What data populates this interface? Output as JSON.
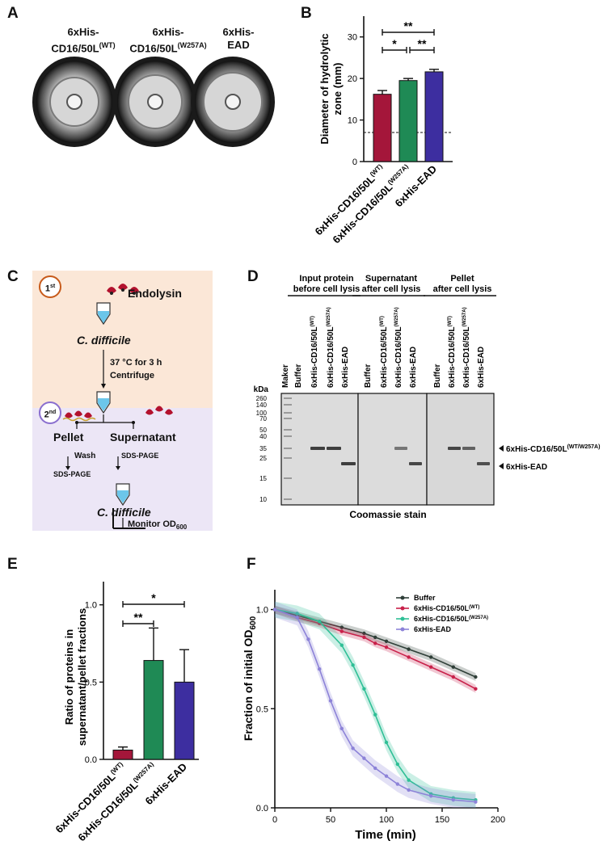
{
  "panels": {
    "A": "A",
    "B": "B",
    "C": "C",
    "D": "D",
    "E": "E",
    "F": "F"
  },
  "panelA": {
    "plates": [
      {
        "line1": "6xHis-",
        "line2": "CD16/50L",
        "sup": "(WT)"
      },
      {
        "line1": "6xHis-",
        "line2": "CD16/50L",
        "sup": "(W257A)"
      },
      {
        "line1": "6xHis-",
        "line2": "EAD",
        "sup": ""
      }
    ]
  },
  "panelB": {
    "ylabel_line1": "Diameter of hydrolytic",
    "ylabel_line2": "zone (mm)",
    "chart_data": {
      "type": "bar",
      "categories": [
        "6xHis-CD16/50L(WT)",
        "6xHis-CD16/50L(W257A)",
        "6xHis-EAD"
      ],
      "values": [
        16.2,
        19.5,
        21.6
      ],
      "errors": [
        0.9,
        0.5,
        0.6
      ],
      "ylim": [
        0,
        35
      ],
      "yticks": [
        0,
        10,
        20,
        30
      ],
      "dashed_line": 7,
      "colors": [
        "#a4163a",
        "#1f8a55",
        "#3d2ea0"
      ],
      "significance": [
        "**",
        "*",
        "**"
      ]
    },
    "xlabels": [
      {
        "main": "6xHis-CD16/50L",
        "sup": "(WT)"
      },
      {
        "main": "6xHis-CD16/50L",
        "sup": "(W257A)"
      },
      {
        "main": "6xHis-EAD",
        "sup": ""
      }
    ]
  },
  "panelC": {
    "step1": "1",
    "step1_sup": "st",
    "step2": "2",
    "step2_sup": "nd",
    "endolysin": "Endolysin",
    "cdiff": "C. difficile",
    "condition": "37 °C for 3 h",
    "centrifuge": "Centrifuge",
    "pellet": "Pellet",
    "supernatant": "Supernatant",
    "wash": "Wash",
    "sds1": "SDS-PAGE",
    "sds2": "SDS-PAGE",
    "cdiff2": "C. difficile",
    "monitor": "Monitor OD",
    "monitor_sub": "600"
  },
  "panelD": {
    "groups": [
      {
        "line1": "Input protein",
        "line2": "before cell lysis"
      },
      {
        "line1": "Supernatant",
        "line2": "after cell lysis"
      },
      {
        "line1": "Pellet",
        "line2": "after cell lysis"
      }
    ],
    "marker_label": "Maker",
    "lanes": [
      {
        "main": "Buffer",
        "sup": ""
      },
      {
        "main": "6xHis-CD16/50L",
        "sup": "(WT)"
      },
      {
        "main": "6xHis-CD16/50L",
        "sup": "(W257A)"
      },
      {
        "main": "6xHis-EAD",
        "sup": ""
      }
    ],
    "kda_title": "kDa",
    "kda": [
      "260",
      "140",
      "100",
      "70",
      "50",
      "40",
      "35",
      "25",
      "15",
      "10"
    ],
    "band1_main": "6xHis-CD16/50L",
    "band1_sup": "(WT/W257A)",
    "band2": "6xHis-EAD",
    "stain": "Coomassie stain"
  },
  "panelE": {
    "ylabel_line1": "Ratio of proteins in",
    "ylabel_line2": "supernatant/pellet fractions",
    "chart_data": {
      "type": "bar",
      "categories": [
        "6xHis-CD16/50L(WT)",
        "6xHis-CD16/50L(W257A)",
        "6xHis-EAD"
      ],
      "values": [
        0.06,
        0.64,
        0.5
      ],
      "errors": [
        0.02,
        0.21,
        0.21
      ],
      "ylim": [
        0,
        1.15
      ],
      "yticks": [
        "0.0",
        "0.5",
        "1.0"
      ],
      "colors": [
        "#a4163a",
        "#1f8a55",
        "#3d2ea0"
      ],
      "significance": [
        "*",
        "**"
      ]
    },
    "xlabels": [
      {
        "main": "6xHis-CD16/50L",
        "sup": "(WT)"
      },
      {
        "main": "6xHis-CD16/50L",
        "sup": "(W257A)"
      },
      {
        "main": "6xHis-EAD",
        "sup": ""
      }
    ]
  },
  "panelF": {
    "ylabel_main": "Fraction of initial OD",
    "ylabel_sub": "600",
    "xlabel": "Time (min)",
    "chart_data": {
      "type": "line",
      "xlim": [
        0,
        200
      ],
      "ylim": [
        0,
        1.1
      ],
      "xticks": [
        0,
        50,
        100,
        150,
        200
      ],
      "yticks": [
        "0.0",
        "0.5",
        "1.0"
      ],
      "series": [
        {
          "name": "Buffer",
          "sup": "",
          "color": "#2f3f38",
          "x": [
            0,
            20,
            40,
            60,
            80,
            90,
            100,
            120,
            140,
            160,
            180
          ],
          "y": [
            1.0,
            0.97,
            0.94,
            0.91,
            0.88,
            0.86,
            0.84,
            0.8,
            0.76,
            0.71,
            0.66
          ]
        },
        {
          "name": "6xHis-CD16/50L",
          "sup": "(WT)",
          "color": "#c8214a",
          "x": [
            0,
            20,
            40,
            60,
            80,
            90,
            100,
            120,
            140,
            160,
            180
          ],
          "y": [
            1.0,
            0.96,
            0.93,
            0.89,
            0.86,
            0.83,
            0.81,
            0.76,
            0.71,
            0.66,
            0.6
          ]
        },
        {
          "name": "6xHis-CD16/50L",
          "sup": "(W257A)",
          "color": "#2fbf96",
          "x": [
            0,
            20,
            40,
            60,
            70,
            80,
            90,
            100,
            110,
            120,
            140,
            160,
            180
          ],
          "y": [
            1.0,
            0.98,
            0.94,
            0.82,
            0.72,
            0.6,
            0.47,
            0.33,
            0.22,
            0.14,
            0.07,
            0.05,
            0.04
          ]
        },
        {
          "name": "6xHis-EAD",
          "sup": "",
          "color": "#8d83d8",
          "x": [
            0,
            20,
            30,
            40,
            50,
            60,
            70,
            80,
            90,
            100,
            110,
            120,
            140,
            160,
            180
          ],
          "y": [
            1.0,
            0.96,
            0.85,
            0.7,
            0.54,
            0.4,
            0.3,
            0.25,
            0.2,
            0.16,
            0.12,
            0.09,
            0.06,
            0.04,
            0.03
          ]
        }
      ]
    }
  }
}
